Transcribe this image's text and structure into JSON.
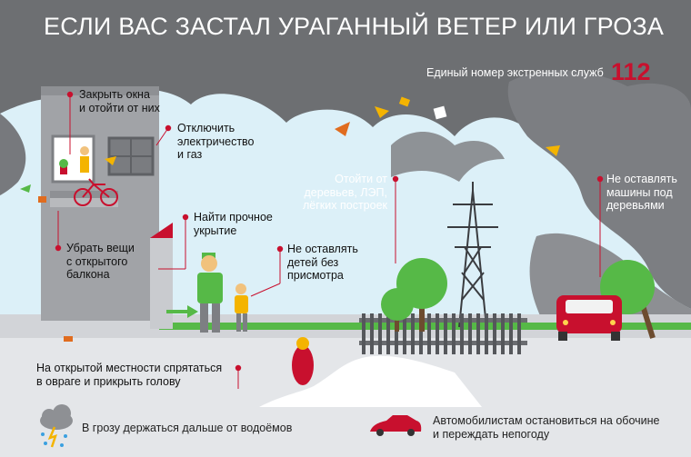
{
  "title": "ЕСЛИ ВАС ЗАСТАЛ УРАГАННЫЙ ВЕТЕР ИЛИ ГРОЗА",
  "hotline": {
    "label": "Единый номер экстренных служб",
    "number": "112"
  },
  "tips": {
    "close_windows": "Закрыть окна\nи отойти от них",
    "turn_off": "Отключить\nэлектричество\nи газ",
    "find_shelter": "Найти прочное\nукрытие",
    "balcony": "Убрать вещи\nс открытого\nбалкона",
    "children": "Не оставлять\nдетей без\nприсмотра",
    "trees": "Отойти от\nдеревьев, ЛЭП,\nлёгких построек",
    "cars": "Не оставлять\nмашины под\nдеревьями",
    "ravine": "На открытой местности спрятаться\nв овраге и прикрыть голову",
    "water": "В грозу держаться дальше от водоёмов",
    "drivers": "Автомобилистам остановиться на обочине\nи переждать непогоду"
  },
  "colors": {
    "accent": "#c8102e",
    "storm": "#6b6d70",
    "sky": "#d9eef6",
    "ground": "#e3e5e8",
    "grass": "#56b947",
    "building": "#9ea0a4"
  }
}
